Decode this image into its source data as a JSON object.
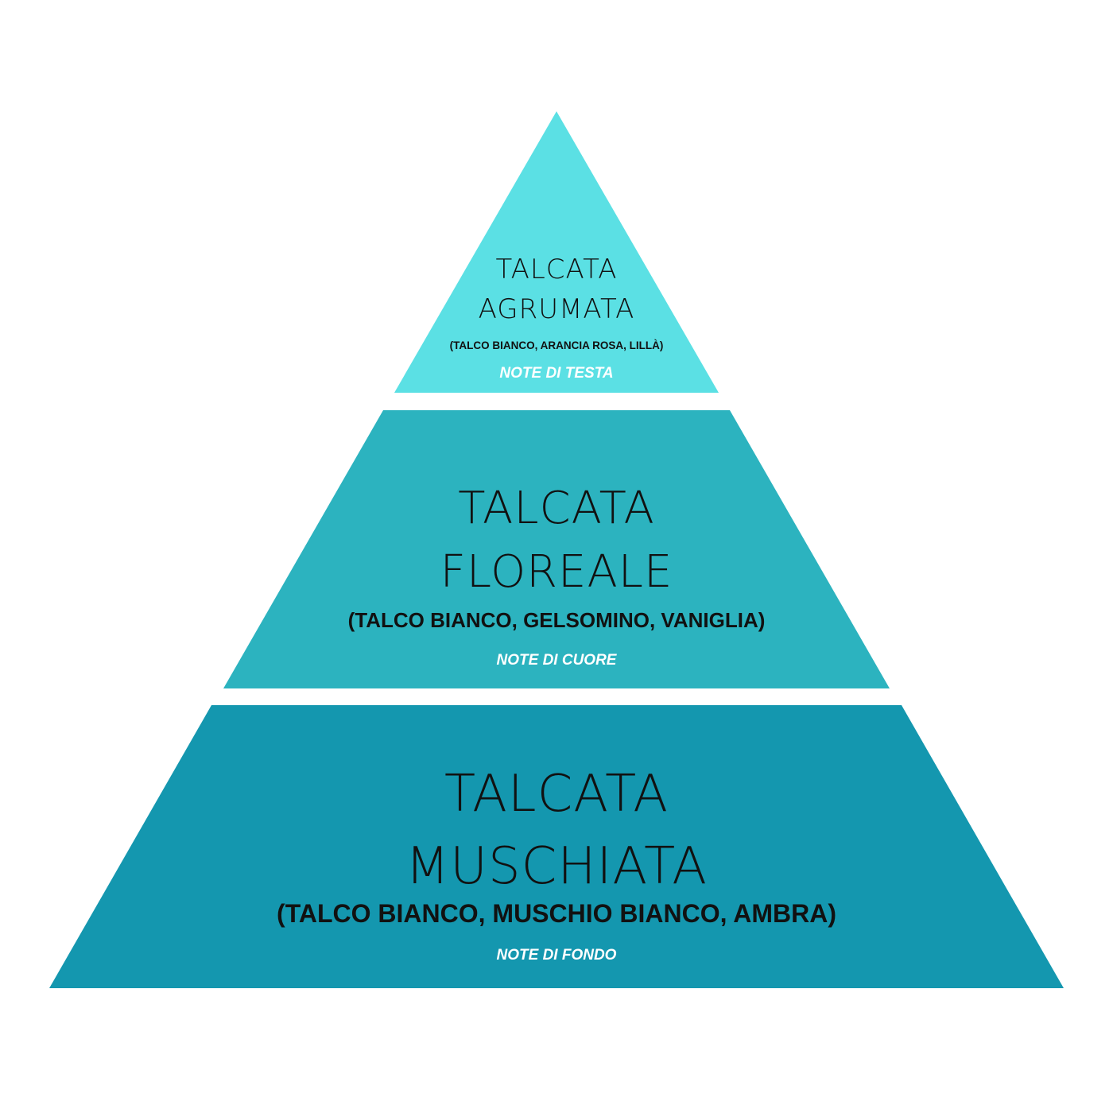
{
  "colors": {
    "background": "#ffffff",
    "top_tier": "#5BE0E4",
    "middle_tier": "#2CB3BF",
    "bottom_tier": "#1497AF",
    "title_text": "#111111",
    "note_text": "#ffffff"
  },
  "pyramid": {
    "tiers": [
      {
        "level": "top",
        "title_line1": "TALCATA",
        "title_line2": "AGRUMATA",
        "ingredients": "(TALCO BIANCO, ARANCIA ROSA, LILLÀ)",
        "note": "NOTE DI TESTA"
      },
      {
        "level": "middle",
        "title_line1": "TALCATA",
        "title_line2": "FLOREALE",
        "ingredients": "(TALCO BIANCO, GELSOMINO, VANIGLIA)",
        "note": "NOTE DI CUORE"
      },
      {
        "level": "bottom",
        "title_line1": "TALCATA",
        "title_line2": "MUSCHIATA",
        "ingredients": "(TALCO BIANCO, MUSCHIO BIANCO, AMBRA)",
        "note": "NOTE DI FONDO"
      }
    ]
  }
}
